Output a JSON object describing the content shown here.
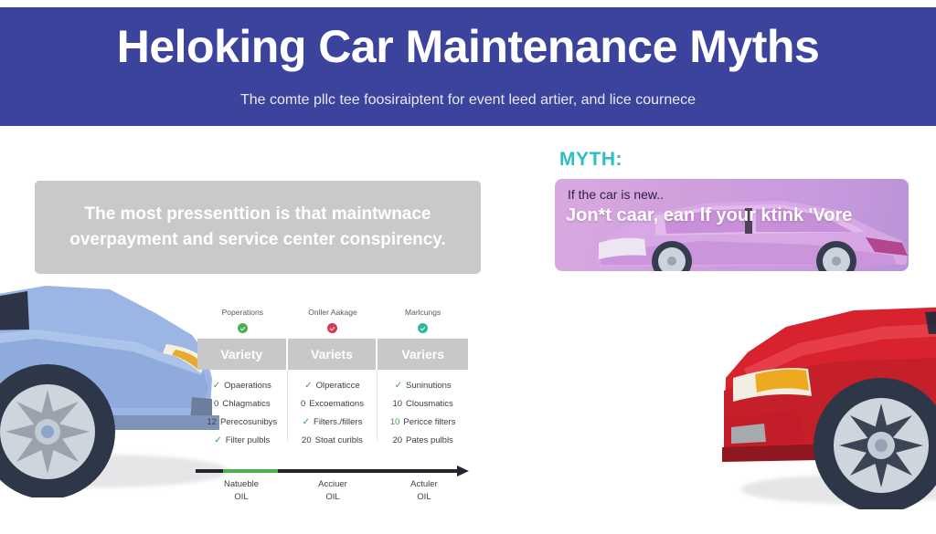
{
  "header": {
    "title": "Heloking Car Maintenance Myths",
    "subtitle": "The comte pllc tee foosiraiptent for event leed artier, and lice cournece",
    "band_color": "#3b439c"
  },
  "statement": {
    "text": "The most pressenttion is that maintwnace overpayment and service center conspirency.",
    "box_color": "#c9c9c9"
  },
  "myth": {
    "label": "MYTH:",
    "label_color": "#2bbfc4",
    "line1": "If the car is new..",
    "line2": "Jon*t caar, ean lf your ktink  'Vore",
    "box_color": "#cf9fdd"
  },
  "table": {
    "columns": [
      {
        "top_label": "Poperations",
        "badge_color": "#4caf50",
        "header": "Variety",
        "rows": [
          {
            "mark": "✓",
            "num": "",
            "text": "Opaerations"
          },
          {
            "mark": "",
            "num": "0",
            "text": "Chlagmatics"
          },
          {
            "mark": "",
            "num": "12",
            "text": "Perecosunibys"
          },
          {
            "mark": "✓",
            "num": "",
            "text": "Filter pulbls"
          }
        ]
      },
      {
        "top_label": "Onller Aakage",
        "badge_color": "#d73a56",
        "header": "Variets",
        "rows": [
          {
            "mark": "✓",
            "num": "",
            "text": "Olperaticce"
          },
          {
            "mark": "",
            "num": "0",
            "text": "Excoemations"
          },
          {
            "mark": "✓",
            "num": "",
            "text": "Filters./fillers"
          },
          {
            "mark": "",
            "num": "20",
            "text": "Stoat curibls"
          }
        ]
      },
      {
        "top_label": "Marlcungs",
        "badge_color": "#2fb8a0",
        "header": "Variers",
        "rows": [
          {
            "mark": "✓",
            "num": "",
            "text": "Suninutions"
          },
          {
            "mark": "",
            "num": "10",
            "text": "Clousmatics"
          },
          {
            "mark": "",
            "num": "10",
            "text": "Pericce filters",
            "num_green": true
          },
          {
            "mark": "",
            "num": "20",
            "text": "Pates pulbls"
          }
        ]
      }
    ]
  },
  "timeline": {
    "track_color": "#22252b",
    "fill_color": "#4caf50",
    "labels": [
      {
        "top": "Natueble",
        "bottom": "OIL"
      },
      {
        "top": "Acciuer",
        "bottom": "OIL"
      },
      {
        "top": "Actuler",
        "bottom": "OIL"
      }
    ]
  },
  "cars": {
    "left": {
      "name": "blue-sedan",
      "color": "#9bb6e4"
    },
    "right": {
      "name": "red-hatchback",
      "color": "#d8232f"
    },
    "myth": {
      "name": "purple-sedan",
      "color": "#d4a5e0"
    }
  }
}
